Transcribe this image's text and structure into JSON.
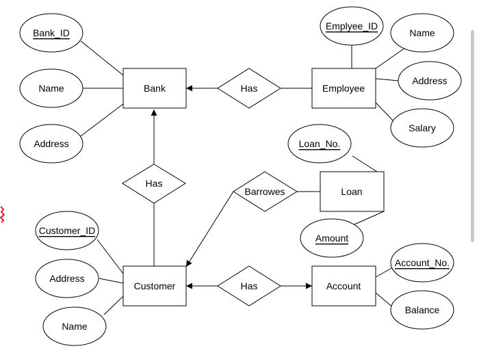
{
  "entities": {
    "bank": "Bank",
    "employee": "Employee",
    "customer": "Customer",
    "loan": "Loan",
    "account": "Account"
  },
  "relationships": {
    "bank_employee": "Has",
    "bank_customer": "Has",
    "customer_loan": "Barrowes",
    "customer_account": "Has"
  },
  "attributes": {
    "bank_id": "Bank_ID",
    "bank_name": "Name",
    "bank_address": "Address",
    "employee_id": "Emplyee_ID",
    "employee_name": "Name",
    "employee_address": "Address",
    "employee_salary": "Salary",
    "loan_no": "Loan_No.",
    "loan_amount": "Amount",
    "customer_id": "Customer_ID",
    "customer_address": "Address",
    "customer_name": "Name",
    "account_no": "Account_No.",
    "account_balance": "Balance"
  },
  "colors": {
    "stroke": "#000000",
    "fill": "#ffffff",
    "scrollbar": "#c9c9c9",
    "mark": "#e0202a"
  }
}
